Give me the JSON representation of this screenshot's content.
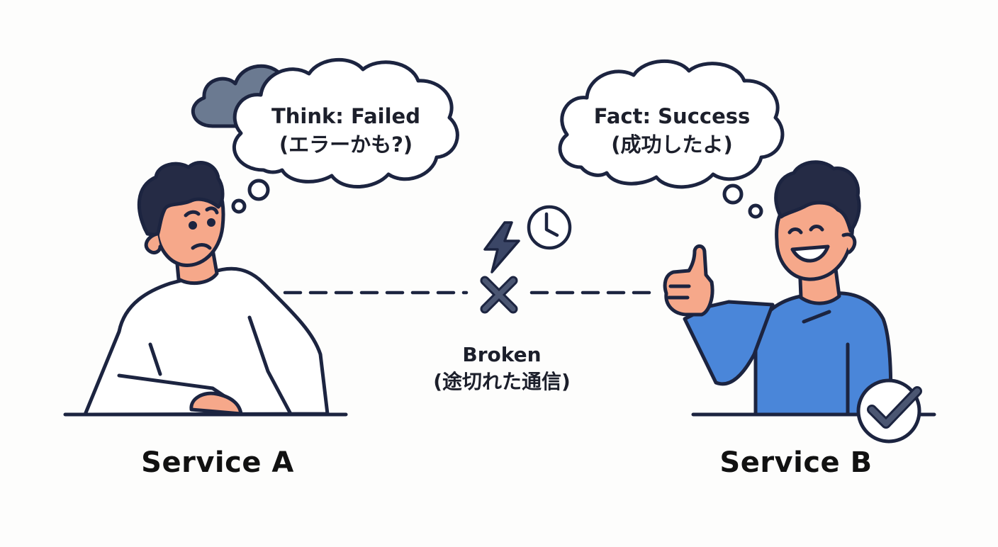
{
  "service_a": {
    "label": "Service A",
    "thought_line1": "Think: Failed",
    "thought_line2": "(エラーかも?)"
  },
  "service_b": {
    "label": "Service B",
    "thought_line1": "Fact: Success",
    "thought_line2": "(成功したよ)"
  },
  "connection": {
    "status_line1": "Broken",
    "status_line2": "(途切れた通信)"
  },
  "colors": {
    "outline": "#1c2440",
    "skin": "#f6a88a",
    "hair": "#252b45",
    "shirt_a": "#ffffff",
    "shirt_b": "#4a86d9",
    "storm_cloud": "#6b7a91",
    "x_mark": "#4b5672",
    "bolt": "#3b4666"
  },
  "icons": [
    "storm-cloud-icon",
    "lightning-bolt-icon",
    "clock-icon",
    "x-mark-icon",
    "checkmark-badge-icon"
  ]
}
